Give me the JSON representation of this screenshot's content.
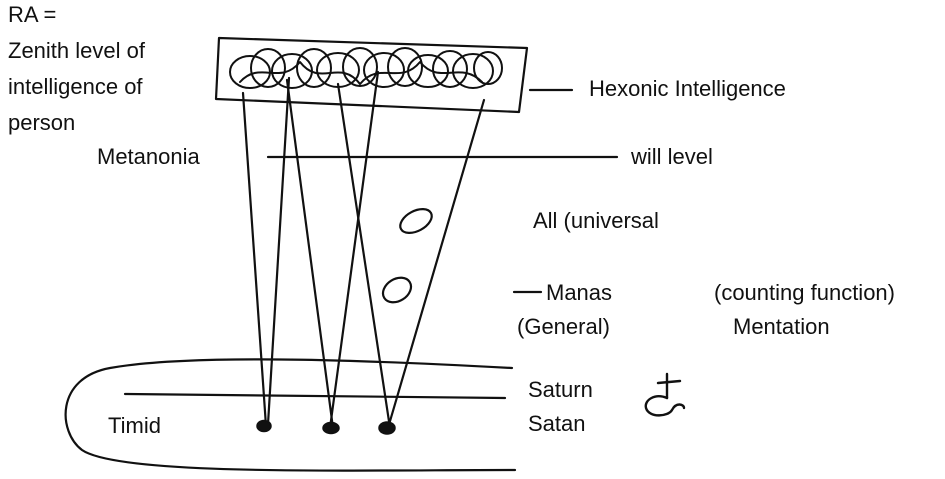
{
  "labels": {
    "ra": "RA =",
    "zenith1": "Zenith level of",
    "zenith2": "intelligence of",
    "zenith3": "person",
    "hexonic": "Hexonic Intelligence",
    "metanonia": "Metanonia",
    "will_level": "will level",
    "all_universal": "All (universal",
    "manas": "Manas",
    "general": "(General)",
    "counting_function": "(counting function)",
    "mentation": "Mentation",
    "saturn": "Saturn",
    "satan": "Satan",
    "timid": "Timid"
  },
  "symbols": {
    "saturn_glyph": "saturn-symbol"
  },
  "colors": {
    "ink": "#111111",
    "paper": "#ffffff"
  }
}
